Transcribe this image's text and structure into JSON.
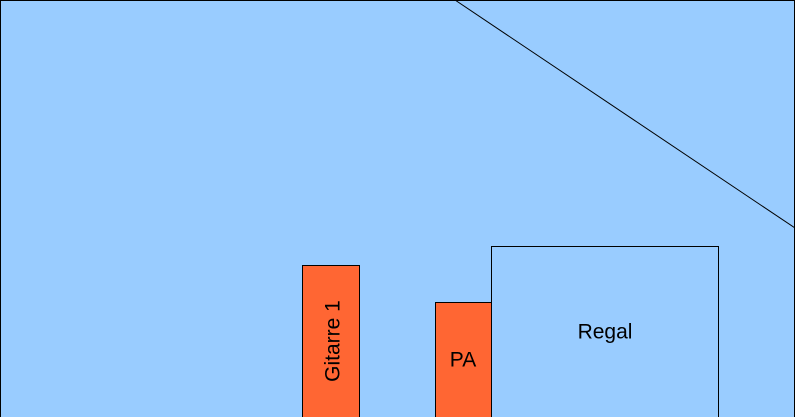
{
  "diagram": {
    "colors": {
      "room_fill": "#99ccff",
      "equipment_fill": "#ff6633",
      "outline": "#000000"
    },
    "items": {
      "guitar_1": {
        "label": "Gitarre 1"
      },
      "pa": {
        "label": "PA"
      },
      "shelf": {
        "label": "Regal"
      }
    }
  }
}
